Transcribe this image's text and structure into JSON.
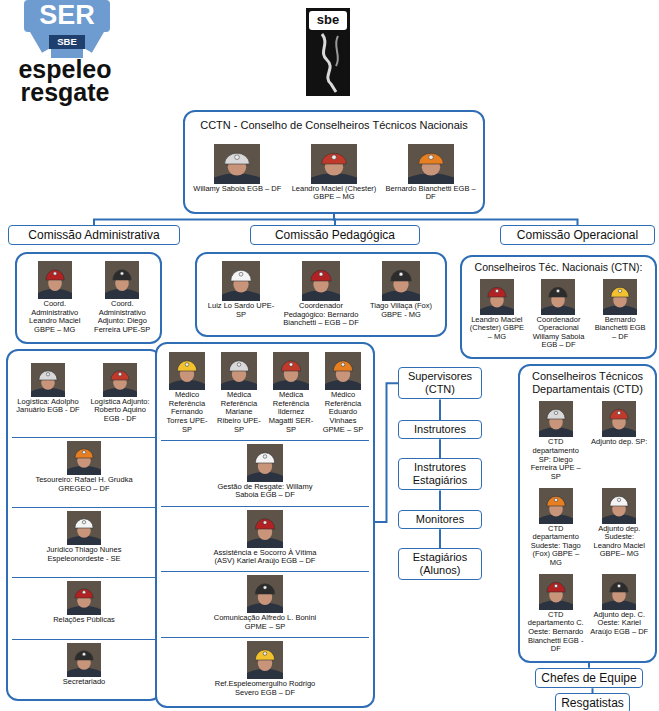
{
  "diagram": {
    "nodes": [
      {
        "text": [
          "CCTN - Conselho de Conselheiros Técnicos Nacionais",
          "Willamy Saboia EGB – DF",
          "Leandro Maciel (Chester) GBPE – MG",
          "Bernardo Bianchetti EGB – DF"
        ]
      },
      {
        "text": [
          "Comissão Administrativa"
        ]
      },
      {
        "text": [
          "Comissão Pedagógica"
        ]
      },
      {
        "text": [
          "Comissão Operacional"
        ]
      },
      {
        "text": [
          "Coord. Administrativo Leandro Maciel GBPE – MG",
          "Coord. Administrativo Adjunto: Diego Ferreira UPE-SP"
        ]
      },
      {
        "text": [
          "Logística: Adolpho Januário EGB - DF",
          "Logística Adjunto: Roberto Aquino EGB - DF",
          "Tesoureiro: Rafael H. Grudka GREGEO – DF",
          "Jurídico Thiago Nunes Espeleonordeste - SE",
          "Relações Públicas",
          "Secretariado"
        ]
      },
      {
        "text": [
          "Luiz Lo Sardo UPE-SP",
          "Coordenador Pedagógico: Bernardo Bianchetti – EGB – DF",
          "Tiago Villaça (Fox) GBPE - MG"
        ]
      },
      {
        "text": [
          "Médico Referência Fernando Torres UPE-SP",
          "Médica Referência Mariane Ribeiro UPE-SP",
          "Médica Referência Ildernez Magatti SER-SP",
          "Médico Referência Eduardo Vinhaes GPME – SP",
          "Gestão de Resgate: Willamy Saboia EGB – DF",
          "Assistência e Socorro À Vítima (ASV) Kariel Araújo EGB – DF",
          "Comunicação Alfredo L. Bonini GPME – SP",
          "Ref.Espeleomergulho Rodrigo Severo EGB – DF"
        ]
      },
      {
        "text": [
          "Supervisores (CTN)"
        ]
      },
      {
        "text": [
          "Instrutores"
        ]
      },
      {
        "text": [
          "Instrutores Estagiários"
        ]
      },
      {
        "text": [
          "Monitores"
        ]
      },
      {
        "text": [
          "Estagiários (Alunos)"
        ]
      },
      {
        "text": [
          "Conselheiros Téc. Nacionais (CTN):",
          "Leandro Maciel (Chester) GBPE – MG",
          "Coordenador Operacional Willamy Saboia EGB – DF",
          "Bernardo Bianchetti EGB – DF"
        ]
      },
      {
        "text": [
          "Conselheiros Técnicos Departamentais (CTD)",
          "CTD departamento SP: Diego Ferreira UPE – SP",
          "Adjunto dep. SP:",
          "CTD departamento Sudeste: Tiago (Fox) GBPE – MG",
          "Adjunto dep. Sudeste: Leandro Maciel GBPE– MG",
          "CTD departamento C. Oeste: Bernardo Bianchetti EGB - DF",
          "Adjunto dep. C. Oeste: Kariel Araújo EGB – DF"
        ]
      },
      {
        "text": [
          "Chefes de Equipe"
        ]
      },
      {
        "text": [
          "Resgatistas"
        ]
      }
    ],
    "edges": [
      {
        "from": 0,
        "to": 1,
        "arrow": "none"
      },
      {
        "from": 0,
        "to": 2,
        "arrow": "none"
      },
      {
        "from": 0,
        "to": 3,
        "arrow": "none"
      },
      {
        "from": 7,
        "to": 8,
        "arrow": "none"
      },
      {
        "from": 8,
        "to": 9,
        "arrow": "none"
      },
      {
        "from": 9,
        "to": 10,
        "arrow": "none"
      },
      {
        "from": 10,
        "to": 11,
        "arrow": "none"
      },
      {
        "from": 11,
        "to": 12,
        "arrow": "none"
      },
      {
        "from": 14,
        "to": 15,
        "arrow": "none"
      },
      {
        "from": 15,
        "to": 16,
        "arrow": "none"
      }
    ],
    "labels": [
      "SER",
      "SBE",
      "espeleo resgate",
      "sbe"
    ]
  }
}
